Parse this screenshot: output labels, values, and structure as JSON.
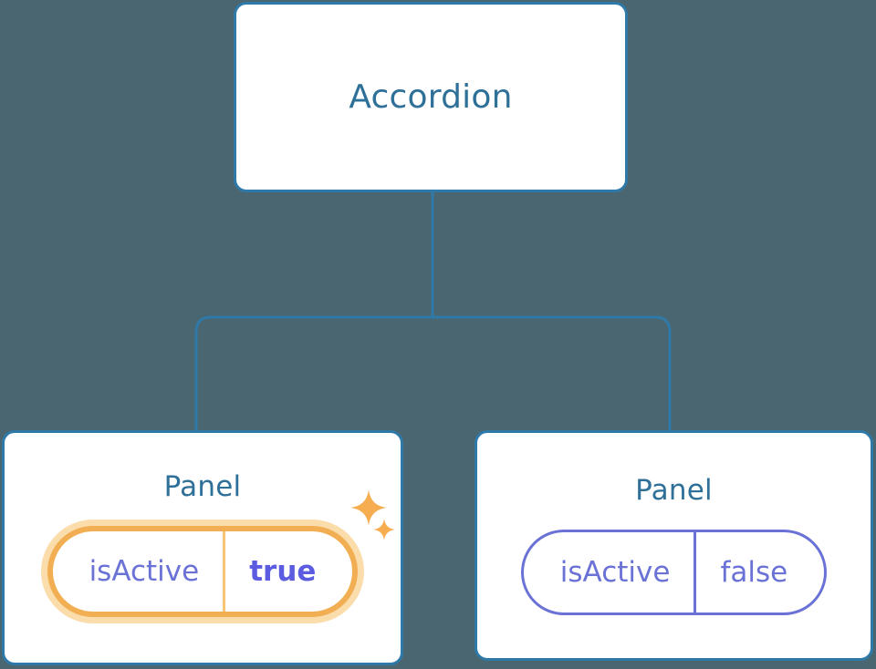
{
  "diagram": {
    "type": "component-tree",
    "background_color": "#4a6670",
    "connector_color": "#2f79a8",
    "root": {
      "label": "Accordion"
    },
    "children": [
      {
        "label": "Panel",
        "highlighted": true,
        "prop": {
          "key": "isActive",
          "value": "true",
          "highlighted": true,
          "key_color": "#6b72d6",
          "value_color": "#5c5ce0",
          "border_color": "#f2ae52",
          "glow_color": "#fbdcab"
        },
        "sparkles": {
          "large_icon": "sparkle-four-point-icon",
          "small_icon": "sparkle-four-point-icon",
          "color": "#f5ad4f"
        }
      },
      {
        "label": "Panel",
        "highlighted": false,
        "prop": {
          "key": "isActive",
          "value": "false",
          "highlighted": false,
          "key_color": "#6b72d6",
          "value_color": "#6b72d6",
          "border_color": "#6b72d6"
        }
      }
    ]
  },
  "colors": {
    "canvas": "#4a6670",
    "card_fill": "#ffffff",
    "card_border": "#2f79a8",
    "title_text": "#2f7098",
    "prop_indigo": "#6b72d6",
    "prop_indigo_bold": "#5c5ce0",
    "highlight_orange": "#f2ae52",
    "highlight_glow": "#fbdcab",
    "sparkle_orange": "#f5ad4f"
  }
}
